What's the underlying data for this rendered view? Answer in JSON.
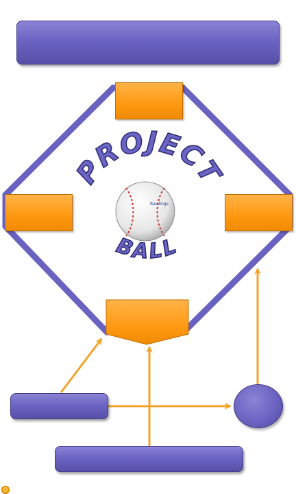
{
  "logo": {
    "top_text": "PROJECT",
    "bottom_text": "BALL",
    "ball_brand": "Rawlings"
  },
  "colors": {
    "purple": "#6c64c2",
    "orange": "#ff9a14",
    "arrow": "#f2a32a"
  },
  "icons": {
    "corner": "smiley-icon"
  }
}
